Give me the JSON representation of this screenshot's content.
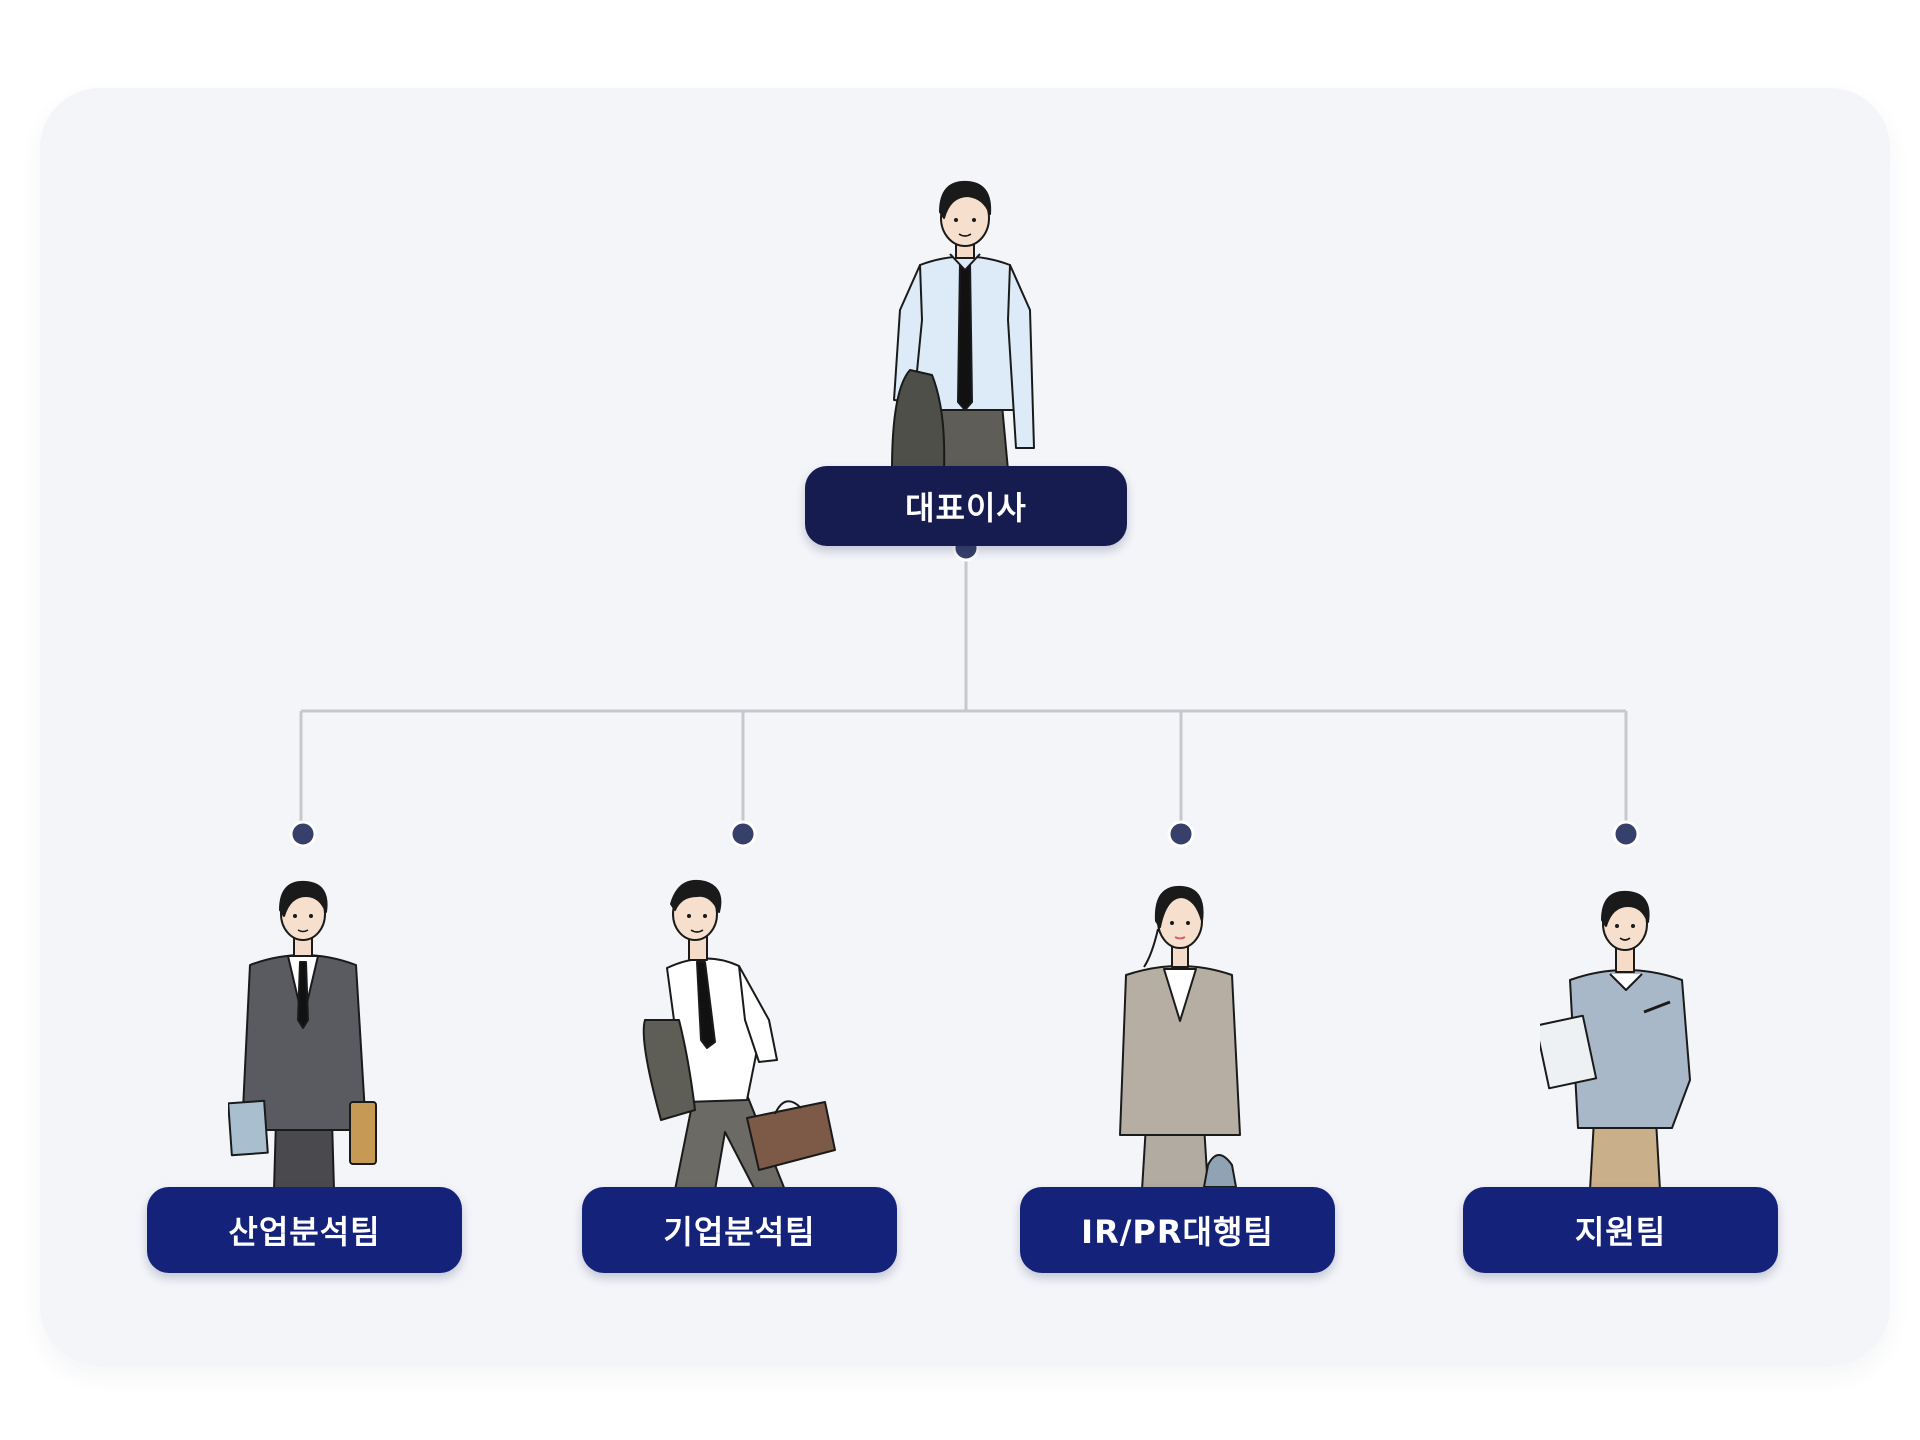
{
  "colors": {
    "card_bg": "#f4f5f9",
    "root_box": "#161c4f",
    "team_box": "#14227a",
    "connector": "#c7c8cd",
    "dot": "#37406a"
  },
  "root": {
    "label": "대표이사"
  },
  "teams": [
    {
      "label": "산업분석팀"
    },
    {
      "label": "기업분석팀"
    },
    {
      "label": "IR/PR대행팀"
    },
    {
      "label": "지원팀"
    }
  ]
}
